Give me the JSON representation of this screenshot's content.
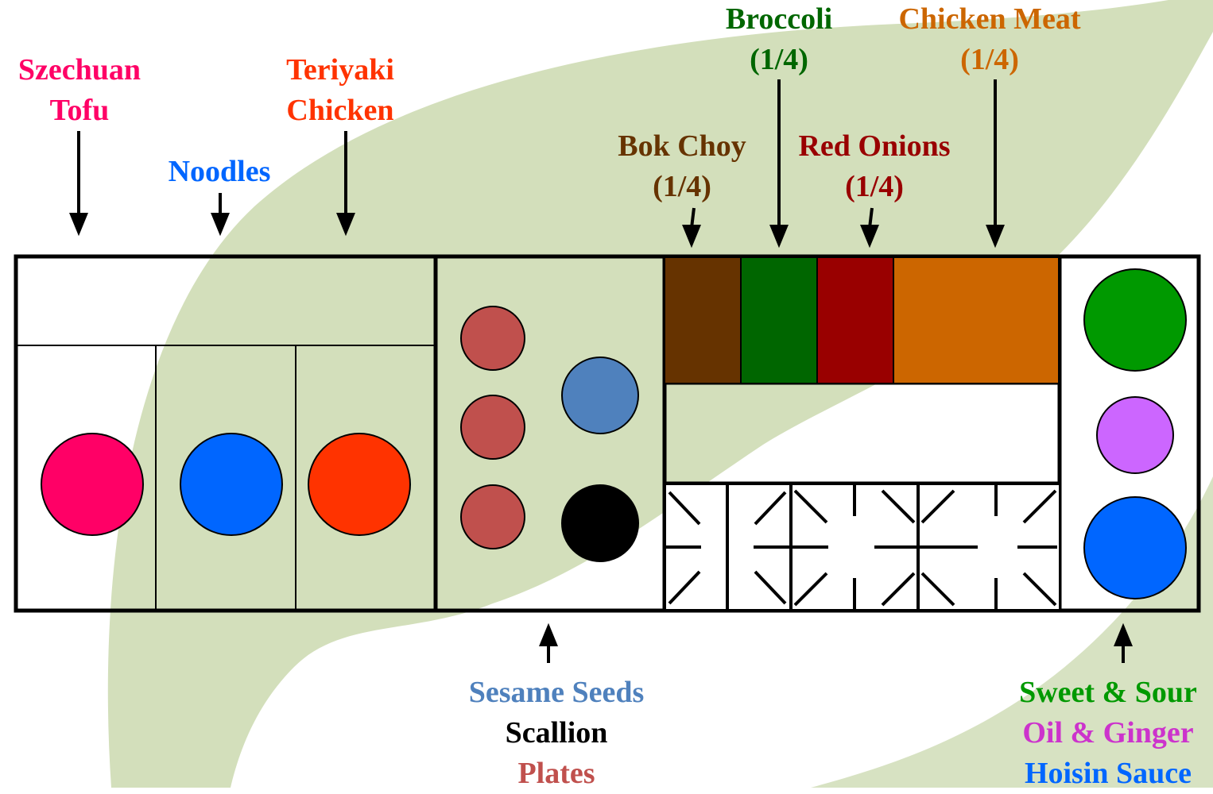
{
  "labels": {
    "szechuan": {
      "line1": "Szechuan",
      "line2": "Tofu",
      "color": "#ff0066"
    },
    "noodles": {
      "line1": "Noodles",
      "color": "#0066ff"
    },
    "teriyaki": {
      "line1": "Teriyaki",
      "line2": "Chicken",
      "color": "#ff3300"
    },
    "bokchoy": {
      "line1": "Bok Choy",
      "line2": "(1/4)",
      "color": "#663300"
    },
    "broccoli": {
      "line1": "Broccoli",
      "line2": "(1/4)",
      "color": "#006600"
    },
    "redonions": {
      "line1": "Red Onions",
      "line2": "(1/4)",
      "color": "#990000"
    },
    "chickenmeat": {
      "line1": "Chicken Meat",
      "line2": "(1/4)",
      "color": "#cc6600"
    },
    "bottom_center": {
      "line1": "Sesame Seeds",
      "line2": "Scallion",
      "line3": "Plates",
      "c1": "#4f81bd",
      "c2": "#000000",
      "c3": "#c0504d"
    },
    "bottom_right": {
      "line1": "Sweet & Sour",
      "line2": "Oil & Ginger",
      "line3": "Hoisin Sauce",
      "c1": "#009900",
      "c2": "#cc33cc",
      "c3": "#0066ff"
    }
  },
  "colors": {
    "leaf": "#d3dfbb",
    "szechuan_tofu": "#ff0066",
    "noodles": "#0066ff",
    "teriyaki_chicken": "#ff3300",
    "plates": "#c0504d",
    "sesame_seeds": "#4f81bd",
    "scallion": "#000000",
    "bok_choy": "#663300",
    "broccoli": "#006600",
    "red_onions": "#990000",
    "chicken_meat": "#cc6600",
    "sweet_sour": "#009900",
    "oil_ginger": "#cc66ff",
    "hoisin_sauce": "#0066ff"
  }
}
